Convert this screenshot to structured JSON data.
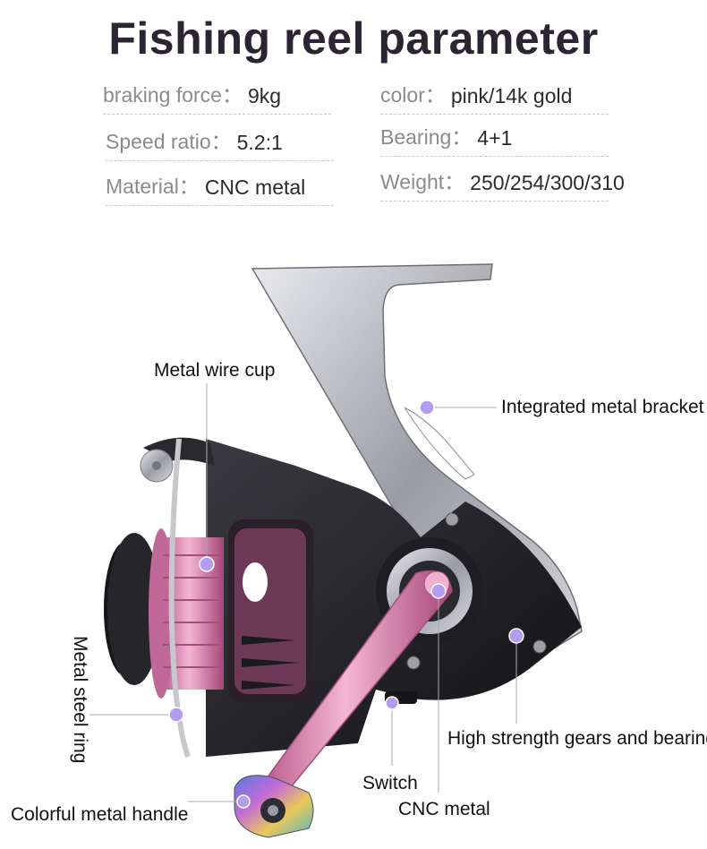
{
  "title": "Fishing reel parameter",
  "params": [
    {
      "key": "braking force：",
      "value": "9kg"
    },
    {
      "key": "color：",
      "value": "pink/14k gold"
    },
    {
      "key": "Speed ratio：",
      "value": "5.2:1"
    },
    {
      "key": "Bearing：",
      "value": "4+1"
    },
    {
      "key": "Material：",
      "value": "CNC metal"
    },
    {
      "key": "Weight：",
      "value": "250/254/300/310"
    }
  ],
  "callouts": {
    "wire_cup": "Metal wire cup",
    "bracket": "Integrated metal bracket",
    "steel_ring": "Metal steel ring",
    "gears": "High strength gears and bearings",
    "switch": "Switch",
    "cnc": "CNC metal",
    "handle": "Colorful metal handle"
  },
  "colors": {
    "accent_dot": "#b49cf0",
    "pink": "#e58cb8",
    "dark_body": "#1c1c1f",
    "silver": "#b9bcc2"
  }
}
